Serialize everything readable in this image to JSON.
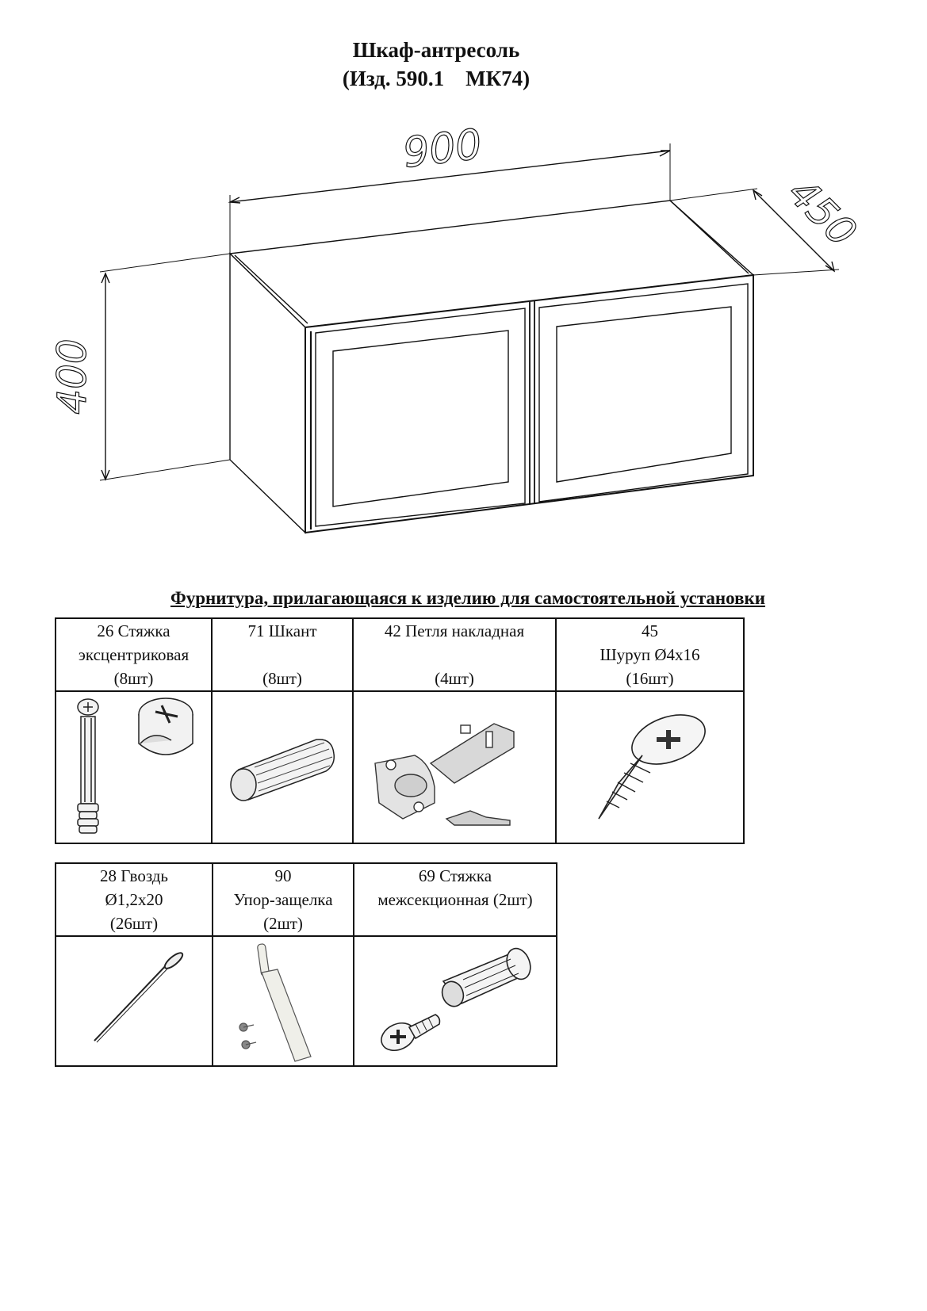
{
  "title": {
    "line1": "Шкаф-антресоль",
    "line2": "(Изд. 590.1    МК74)"
  },
  "dimensions": {
    "width": "900",
    "depth": "450",
    "height": "400"
  },
  "hardware_title": "Фурнитура, прилагающаяся к изделию для самостоятельной установки",
  "hardware_row1": [
    {
      "line1": "26  Стяжка",
      "line2": "эксцентриковая",
      "line3": "(8шт)",
      "icon": "eccentric-coupling-icon"
    },
    {
      "line1": "71 Шкант",
      "line2": "",
      "line3": "(8шт)",
      "icon": "dowel-icon"
    },
    {
      "line1": "42  Петля накладная",
      "line2": "",
      "line3": "(4шт)",
      "icon": "overlay-hinge-icon"
    },
    {
      "line1": "45",
      "line2": "Шуруп Ø4х16",
      "line3": "(16шт)",
      "icon": "screw-icon"
    }
  ],
  "hardware_row2": [
    {
      "line1": "28  Гвоздь",
      "line2": "Ø1,2х20",
      "line3": "(26шт)",
      "icon": "nail-icon"
    },
    {
      "line1": "90",
      "line2": "Упор-защелка",
      "line3": "(2шт)",
      "icon": "push-latch-icon"
    },
    {
      "line1": "69 Стяжка",
      "line2": "межсекционная (2шт)",
      "line3": "",
      "icon": "section-connector-icon"
    }
  ]
}
